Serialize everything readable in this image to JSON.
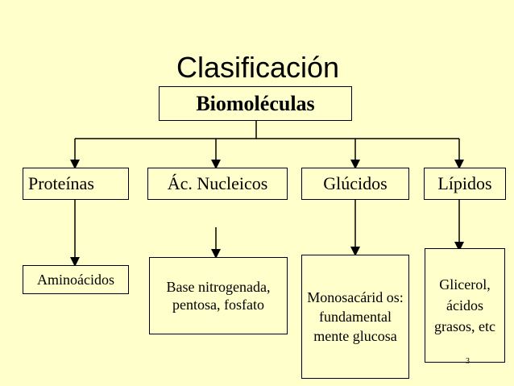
{
  "title": "Clasificación",
  "root": "Biomoléculas",
  "categories": [
    {
      "label": "Proteínas",
      "leaf": "Aminoácidos"
    },
    {
      "label": "Ác. Nucleicos",
      "leaf": "Base nitrogenada, pentosa, fosfato"
    },
    {
      "label": "Glúcidos",
      "leaf": "Monosacárid os: fundamental mente glucosa"
    },
    {
      "label": "Lípidos",
      "leaf": "Glicerol, ácidos grasos, etc"
    }
  ],
  "page_number": "3"
}
